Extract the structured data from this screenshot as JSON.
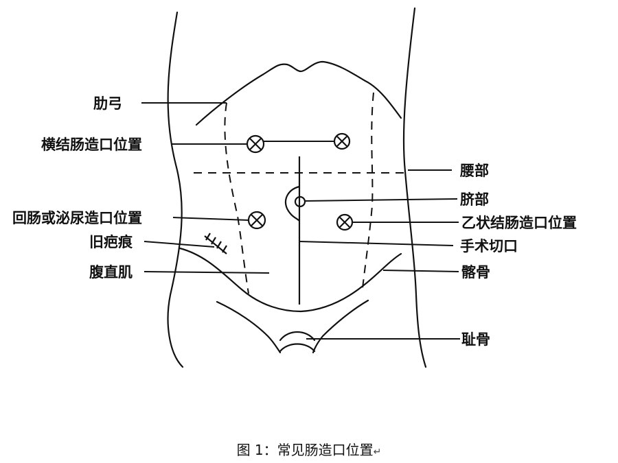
{
  "labels": {
    "rib_arch": "肋弓",
    "transverse_colostomy_site": "横结肠造口位置",
    "waist": "腰部",
    "navel": "脐部",
    "ileostomy_urostomy_site": "回肠或泌尿造口位置",
    "sigmoid_colostomy_site": "乙状结肠造口位置",
    "old_scar": "旧疤痕",
    "surgical_incision": "手术切口",
    "rectus_abdominis": "腹直肌",
    "ilium": "髂骨",
    "pubis": "耻骨"
  },
  "caption": {
    "text": "图 1：常见肠造口位置",
    "return_mark": "↵"
  }
}
